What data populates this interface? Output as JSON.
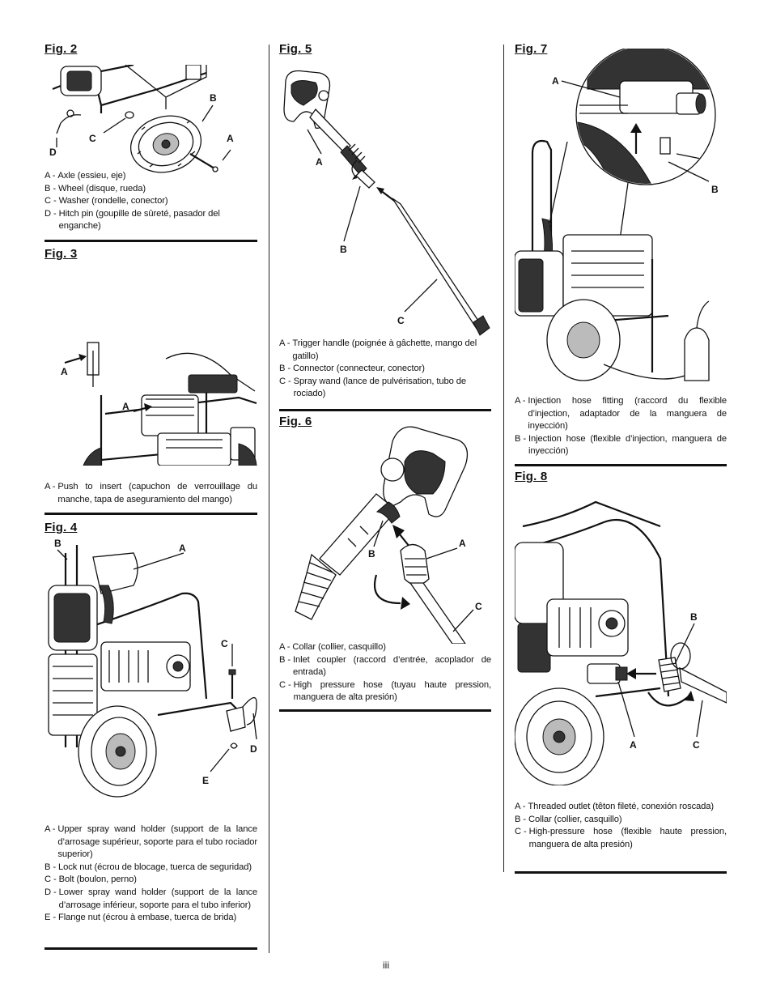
{
  "figures": {
    "fig2": {
      "title": "Fig. 2",
      "labels": {
        "a": "A",
        "b": "B",
        "c": "C",
        "d": "D"
      },
      "legend": [
        {
          "key": "A - ",
          "text": "Axle (essieu, eje)"
        },
        {
          "key": "B - ",
          "text": "Wheel (disque, rueda)"
        },
        {
          "key": "C - ",
          "text": "Washer (rondelle, conector)"
        },
        {
          "key": "D - ",
          "text": "Hitch pin (goupille de sûreté, pasador del enganche)"
        }
      ]
    },
    "fig3": {
      "title": "Fig. 3",
      "labels": {
        "a1": "A",
        "a2": "A"
      },
      "legend": [
        {
          "key": "A - ",
          "text": "Push to insert (capuchon de verrouillage du manche, tapa de aseguramiento del mango)"
        }
      ]
    },
    "fig4": {
      "title": "Fig. 4",
      "labels": {
        "a": "A",
        "b": "B",
        "c": "C",
        "d": "D",
        "e": "E"
      },
      "legend": [
        {
          "key": "A - ",
          "text": "Upper spray wand holder (support de la lance d’arrosage supérieur, soporte para el tubo rociador superior)"
        },
        {
          "key": "B - ",
          "text": "Lock nut (écrou de blocage, tuerca de seguridad)"
        },
        {
          "key": "C - ",
          "text": "Bolt (boulon, perno)"
        },
        {
          "key": "D - ",
          "text": "Lower spray wand holder (support de la lance d’arrosage inférieur, soporte para el tubo inferior)"
        },
        {
          "key": "E - ",
          "text": "Flange nut (écrou à embase, tuerca de brida)"
        }
      ]
    },
    "fig5": {
      "title": "Fig. 5",
      "labels": {
        "a": "A",
        "b": "B",
        "c": "C"
      },
      "legend": [
        {
          "key": "A - ",
          "text": "Trigger handle (poignée à gâchette, mango del gatillo)"
        },
        {
          "key": "B - ",
          "text": "Connector (connecteur, conector)"
        },
        {
          "key": "C - ",
          "text": "Spray wand (lance de pulvérisation, tubo de rociado)"
        }
      ]
    },
    "fig6": {
      "title": "Fig. 6",
      "labels": {
        "a": "A",
        "b": "B",
        "c": "C"
      },
      "legend": [
        {
          "key": "A - ",
          "text": "Collar (collier, casquillo)"
        },
        {
          "key": "B - ",
          "text": "Inlet coupler (raccord d’entrée, acoplador de entrada)"
        },
        {
          "key": "C - ",
          "text": "High pressure hose (tuyau haute pression, manguera de alta presión)"
        }
      ]
    },
    "fig7": {
      "title": "Fig. 7",
      "labels": {
        "a": "A",
        "b": "B"
      },
      "legend": [
        {
          "key": "A - ",
          "text": "Injection hose fitting (raccord du flexible d’injection, adaptador de la manguera de inyección)"
        },
        {
          "key": "B - ",
          "text": "Injection hose (flexible d’injection, manguera de inyección)"
        }
      ]
    },
    "fig8": {
      "title": "Fig. 8",
      "labels": {
        "a": "A",
        "b": "B",
        "c": "C"
      },
      "legend": [
        {
          "key": "A - ",
          "text": "Threaded outlet (têton fileté, conexión roscada)"
        },
        {
          "key": "B - ",
          "text": "Collar (collier, casquillo)"
        },
        {
          "key": "C - ",
          "text": "High-pressure hose (flexible haute pression, manguera de alta presión)"
        }
      ]
    }
  },
  "page_number": "iii"
}
